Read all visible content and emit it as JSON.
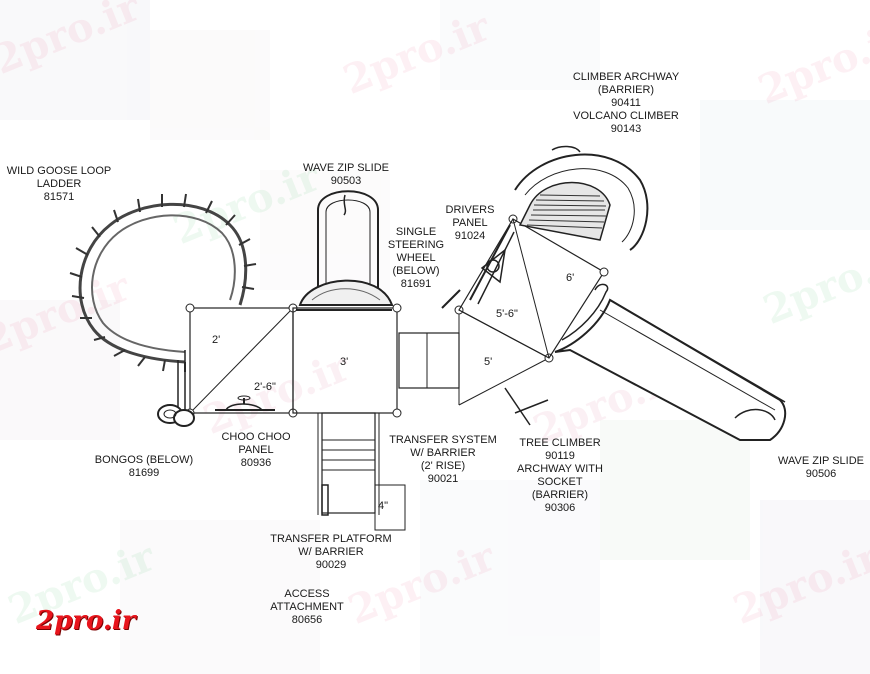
{
  "watermark": {
    "text": "2pro.ir",
    "logo_text": "2pro.ir",
    "logo_color": "#e8141c"
  },
  "labels": {
    "wild_goose": [
      "WILD GOOSE LOOP",
      "LADDER",
      "81571"
    ],
    "wave_zip_top": [
      "WAVE ZIP SLIDE",
      "90503"
    ],
    "single_steering": [
      "SINGLE",
      "STEERING",
      "WHEEL",
      "(BELOW)",
      "81691"
    ],
    "drivers_panel": [
      "DRIVERS",
      "PANEL",
      "91024"
    ],
    "climber_archway": [
      "CLIMBER ARCHWAY",
      "(BARRIER)",
      "90411",
      "VOLCANO CLIMBER",
      "90143"
    ],
    "bongos": [
      "BONGOS (BELOW)",
      "81699"
    ],
    "choo_choo": [
      "CHOO CHOO",
      "PANEL",
      "80936"
    ],
    "transfer_system": [
      "TRANSFER SYSTEM",
      "W/ BARRIER",
      "(2' RISE)",
      "90021"
    ],
    "tree_climber": [
      "TREE CLIMBER",
      "90119",
      "ARCHWAY WITH",
      "SOCKET",
      "(BARRIER)",
      "90306"
    ],
    "wave_zip_right": [
      "WAVE  ZIP SLIDE",
      "90506"
    ],
    "transfer_platform": [
      "TRANSFER PLATFORM",
      "W/ BARRIER",
      "90029"
    ],
    "access": [
      "ACCESS",
      "ATTACHMENT",
      "80656"
    ]
  },
  "dimensions": {
    "d_2ft": "2'",
    "d_2ft6": "2'-6\"",
    "d_3ft": "3'",
    "d_5ft": "5'",
    "d_5ft6": "5'-6\"",
    "d_6ft": "6'",
    "d_4in": "4\""
  }
}
